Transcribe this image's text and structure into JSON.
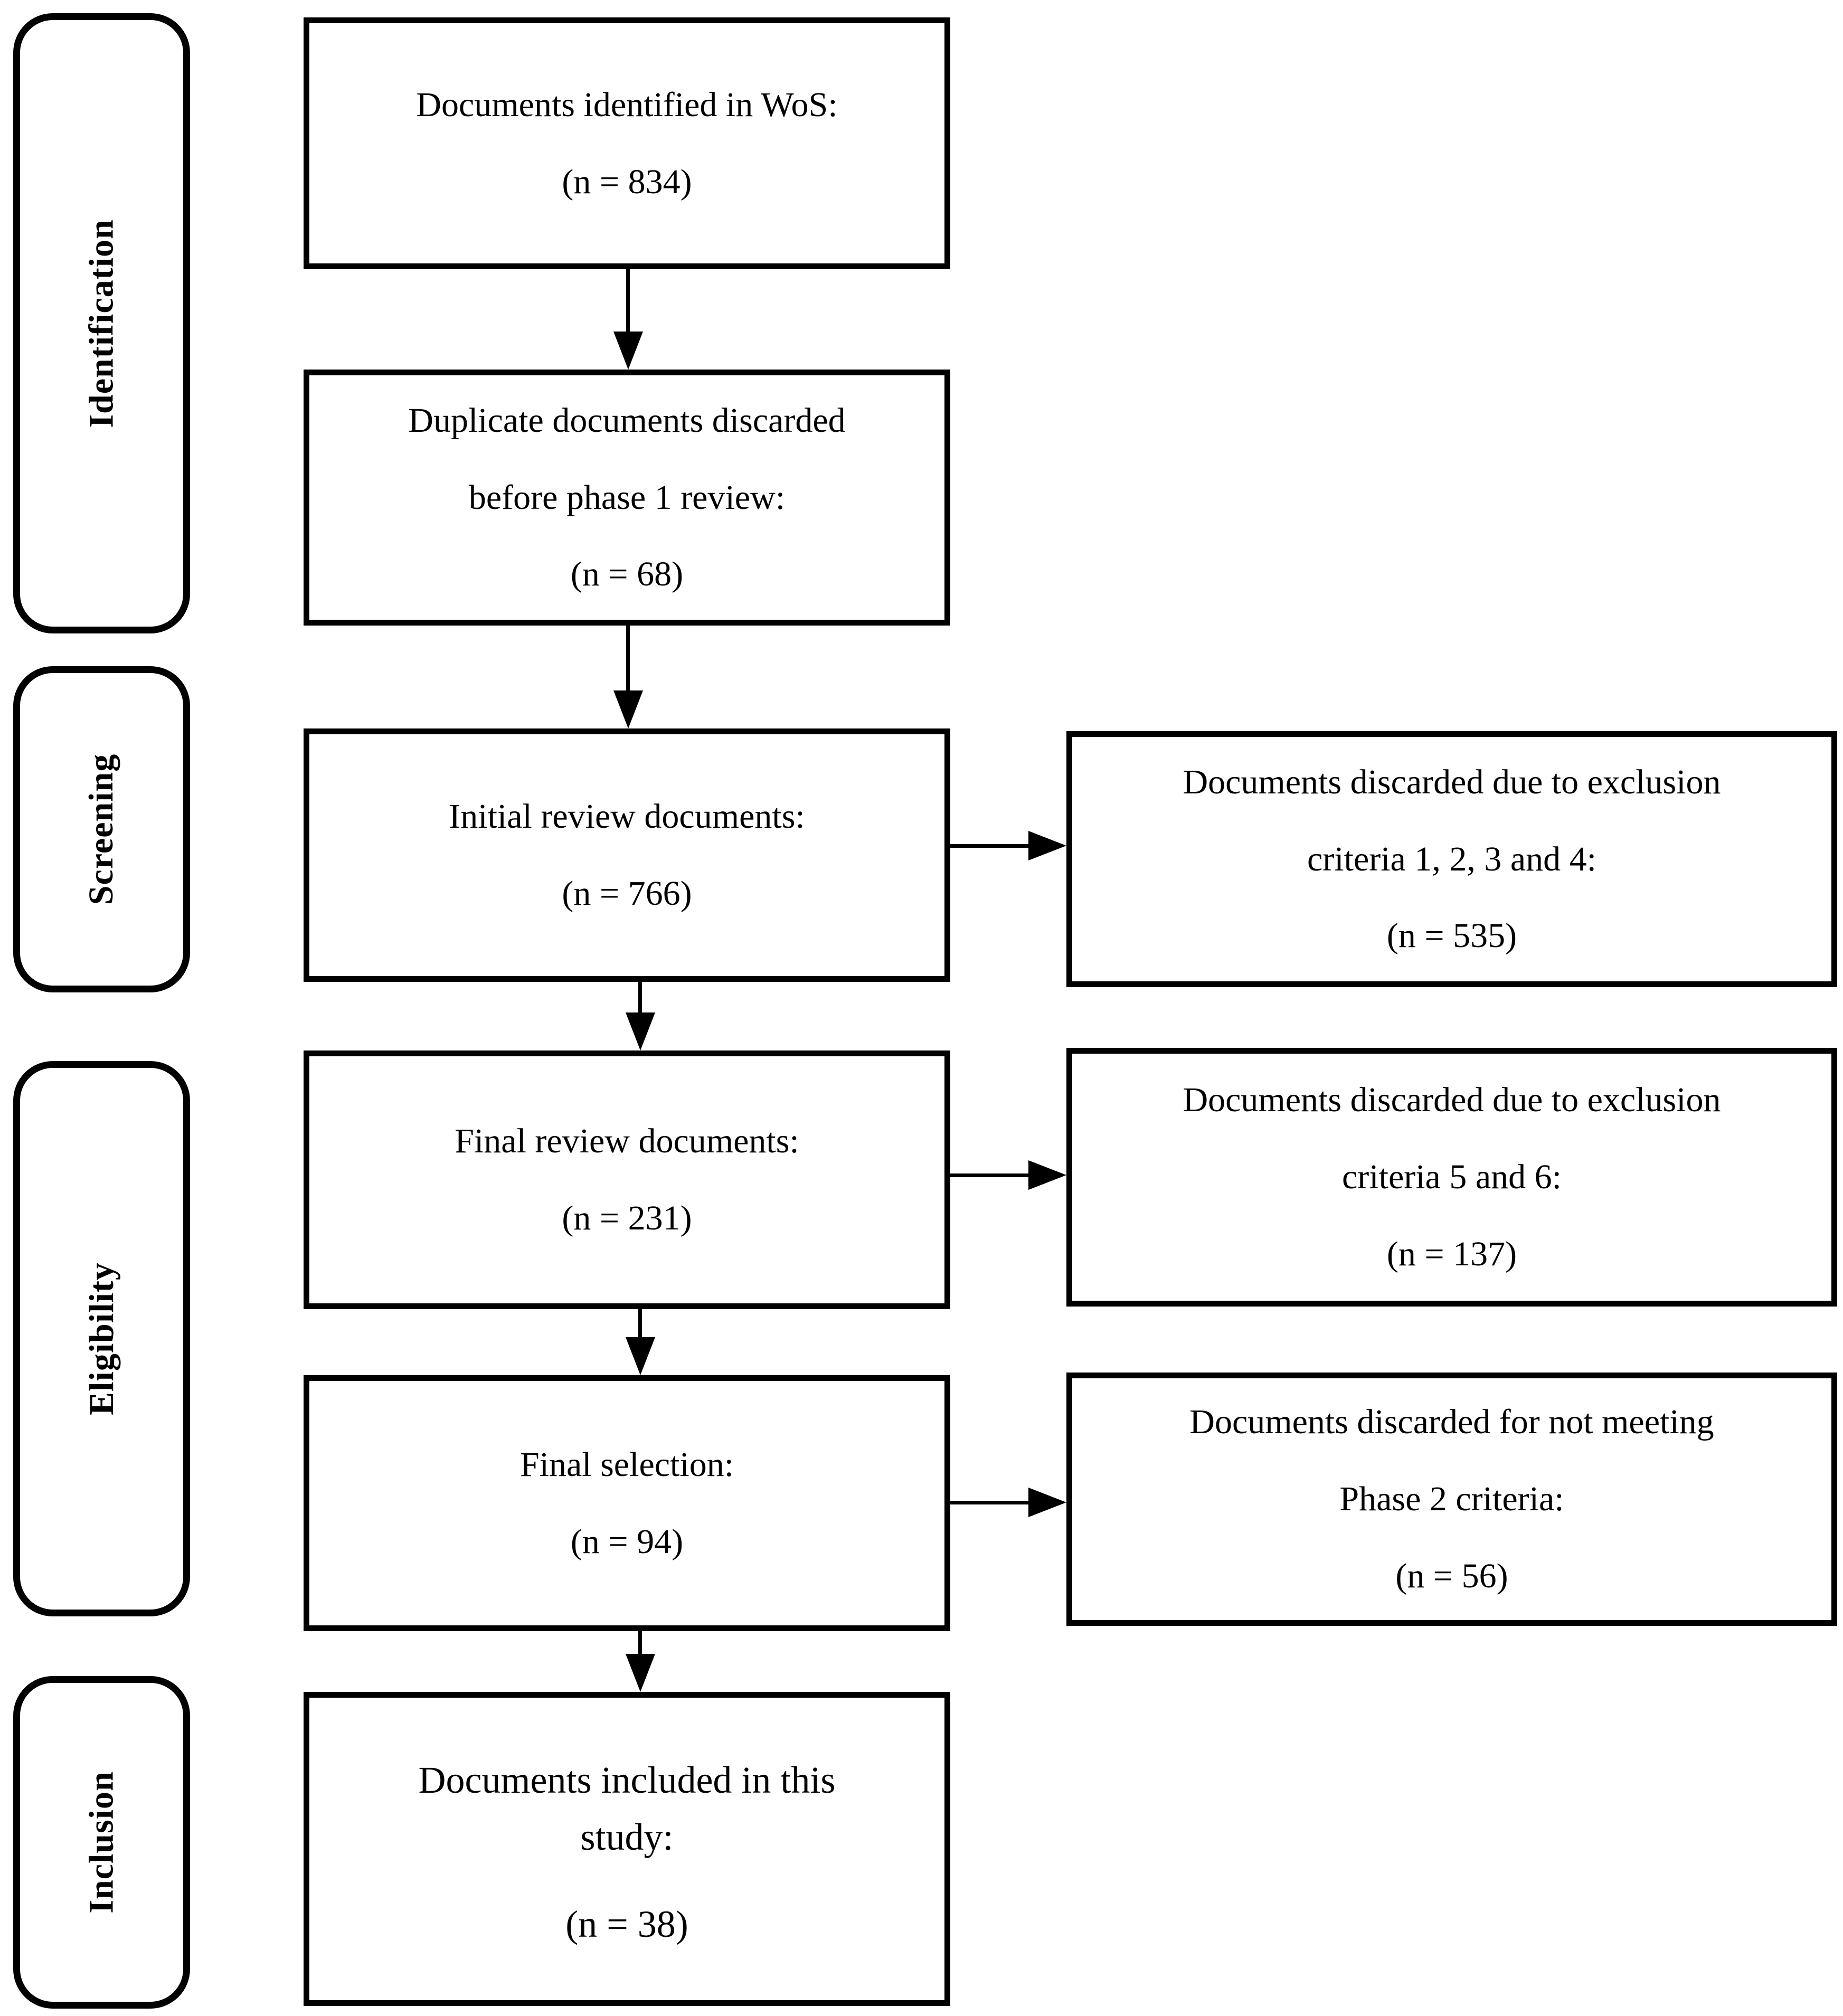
{
  "stages": [
    {
      "label": "Identification"
    },
    {
      "label": "Screening"
    },
    {
      "label": "Eligibility"
    },
    {
      "label": "Inclusion"
    }
  ],
  "main_boxes": [
    {
      "line1": "Documents identified in WoS:",
      "count": "(n = 834)"
    },
    {
      "line1": "Duplicate documents discarded",
      "line2": "before phase 1 review:",
      "count": "(n = 68)"
    },
    {
      "line1": "Initial review documents:",
      "count": "(n = 766)"
    },
    {
      "line1": "Final review documents:",
      "count": "(n = 231)"
    },
    {
      "line1": "Final selection:",
      "count": "(n = 94)"
    },
    {
      "line1": "Documents included in this",
      "line2": "study:",
      "count": "(n = 38)"
    }
  ],
  "side_boxes": [
    {
      "line1": "Documents discarded due to exclusion",
      "line2": "criteria 1, 2, 3 and 4:",
      "count": "(n = 535)"
    },
    {
      "line1": "Documents discarded due to exclusion",
      "line2": "criteria 5 and 6:",
      "count": "(n = 137)"
    },
    {
      "line1": "Documents discarded for not meeting",
      "line2": "Phase 2 criteria:",
      "count": "(n = 56)"
    }
  ],
  "colors": {
    "ink": "#000000",
    "background": "#ffffff"
  }
}
